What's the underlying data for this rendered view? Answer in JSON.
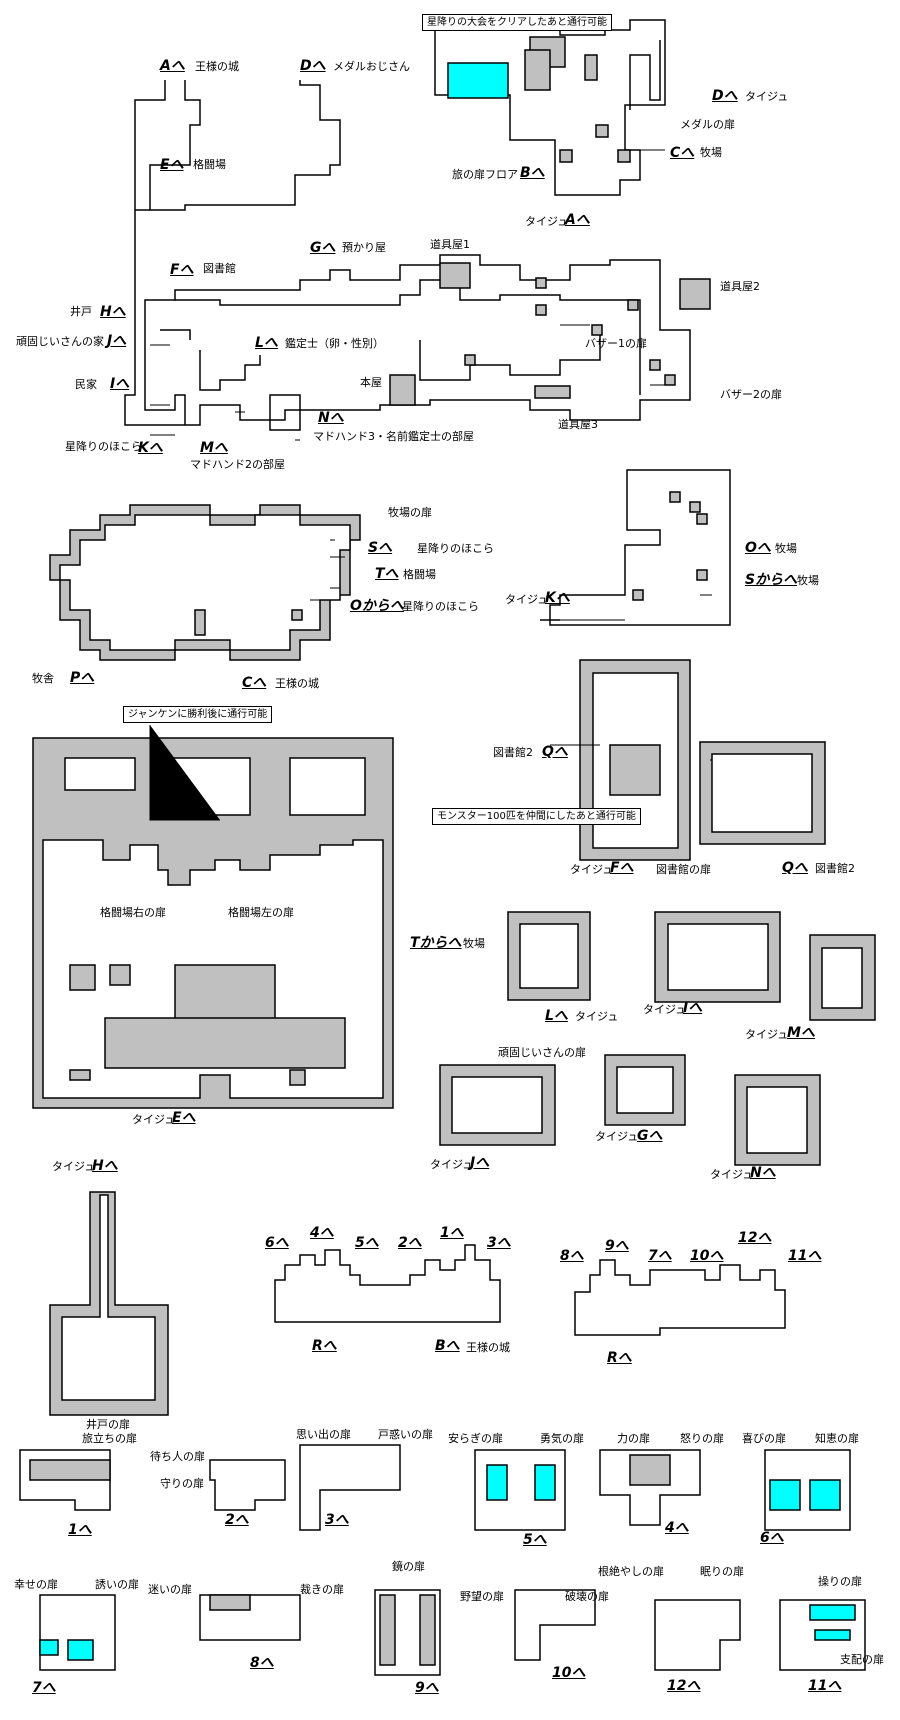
{
  "notes": [
    "星降りの大会をクリアしたあと通行可能",
    "ジャンケンに勝利後に通行可能",
    "モンスター100匹を仲間にしたあと通行可能"
  ],
  "map1": {
    "labels": [
      "王様の城",
      "メダルおじさん",
      "格闘場",
      "図書館",
      "預かり屋",
      "道具屋1",
      "道具屋2",
      "井戸",
      "頑固じいさんの家",
      "鑑定士（卵・性別）",
      "民家",
      "本屋",
      "バザー1の扉",
      "バザー2の扉",
      "道具屋3",
      "星降りのほこら",
      "マドハンド2の部屋",
      "マドハンド3・名前鑑定士の部屋"
    ],
    "tags": [
      "A",
      "D",
      "E",
      "F",
      "G",
      "H",
      "J",
      "L",
      "I",
      "K",
      "M",
      "N"
    ]
  },
  "map2": {
    "labels": [
      "タイジュ",
      "メダルの扉",
      "旅の扉フロア",
      "牧場",
      "タイジュ"
    ],
    "tags": [
      "D",
      "C",
      "B",
      "A"
    ]
  },
  "map3": {
    "labels": [
      "牧場の扉",
      "星降りのほこら",
      "格闘場",
      "星降りのほこら",
      "牧舎",
      "王様の城"
    ],
    "tags": [
      "S",
      "T",
      "Oから",
      "P",
      "C"
    ]
  },
  "map4": {
    "labels": [
      "牧場",
      "牧場",
      "タイジュ"
    ],
    "tags": [
      "O",
      "Sから",
      "K"
    ]
  },
  "map5": {
    "labels": [
      "格闘場右の扉",
      "格闘場左の扉",
      "牧場",
      "タイジュ"
    ],
    "tags": [
      "Tから",
      "E"
    ]
  },
  "map6": {
    "labels": [
      "図書館2",
      "タイジュ",
      "図書館の扉",
      "図書館2"
    ],
    "tags": [
      "Q",
      "F",
      "Q"
    ]
  },
  "small_rooms": {
    "labels": [
      "タイジュ",
      "タイジュ",
      "タイジュ",
      "頑固じいさんの扉",
      "タイジュ",
      "タイジュ",
      "タイジュ",
      "タイジュ"
    ],
    "tags": [
      "L",
      "I",
      "M",
      "J",
      "G",
      "N",
      "H"
    ],
    "well_door": "井戸の扉",
    "king_castle": "王様の城"
  },
  "hub": {
    "tags_top1": [
      "6",
      "4",
      "5",
      "2",
      "1",
      "3"
    ],
    "tags_top2": [
      "8",
      "9",
      "7",
      "10",
      "12",
      "11"
    ],
    "tags_bottom": [
      "R",
      "B",
      "R"
    ]
  },
  "shrines": {
    "labels": [
      "旅立ちの扉",
      "待ち人の扉",
      "守りの扉",
      "思い出の扉",
      "戸惑いの扉",
      "安らぎの扉",
      "勇気の扉",
      "力の扉",
      "怒りの扉",
      "喜びの扉",
      "知恵の扉",
      "幸せの扉",
      "誘いの扉",
      "迷いの扉",
      "裁きの扉",
      "鏡の扉",
      "野望の扉",
      "破壊の扉",
      "根絶やしの扉",
      "眠りの扉",
      "操りの扉",
      "支配の扉"
    ],
    "tags": [
      "1",
      "2",
      "3",
      "5",
      "4",
      "6",
      "7",
      "8",
      "9",
      "10",
      "12",
      "11"
    ]
  },
  "colors": {
    "wall": "#c0c0c0",
    "water": "#00ffff",
    "line": "#000000",
    "background": "#ffffff"
  }
}
